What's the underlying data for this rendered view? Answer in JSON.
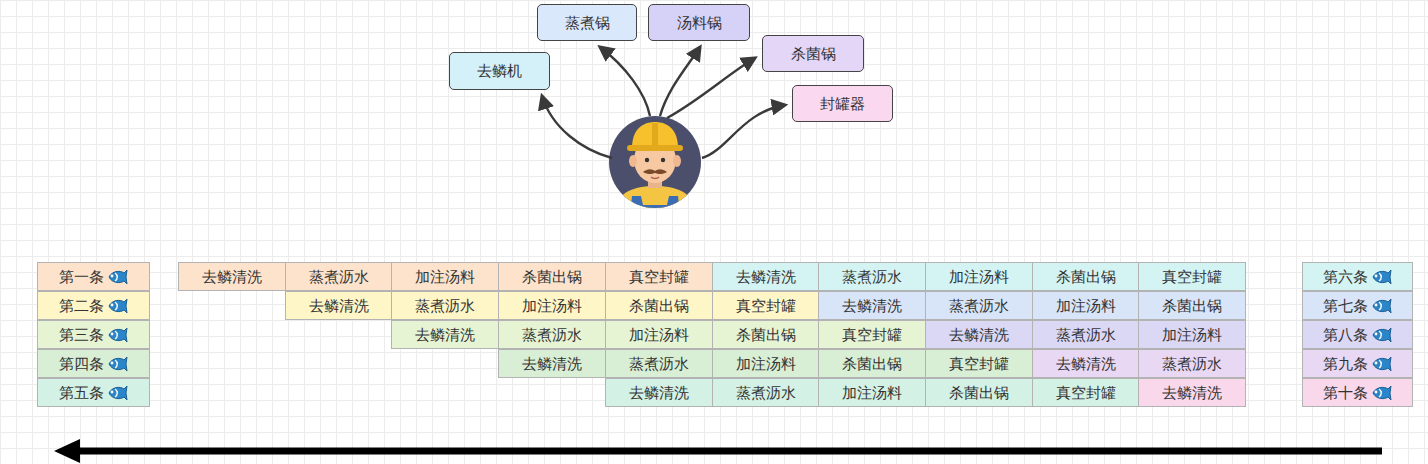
{
  "diagram": {
    "nodes": [
      {
        "text": [
          "去鳞机"
        ]
      },
      {
        "text": [
          "蒸煮锅"
        ]
      },
      {
        "text": [
          "汤料锅"
        ]
      },
      {
        "text": [
          "杀菌锅"
        ]
      },
      {
        "text": [
          "封罐器"
        ]
      },
      {
        "text": [
          "第一条"
        ]
      },
      {
        "text": [
          "去鳞清洗"
        ]
      },
      {
        "text": [
          "蒸煮沥水"
        ]
      },
      {
        "text": [
          "加注汤料"
        ]
      },
      {
        "text": [
          "杀菌出锅"
        ]
      },
      {
        "text": [
          "真空封罐"
        ]
      },
      {
        "text": [
          "去鳞清洗"
        ]
      },
      {
        "text": [
          "蒸煮沥水"
        ]
      },
      {
        "text": [
          "加注汤料"
        ]
      },
      {
        "text": [
          "杀菌出锅"
        ]
      },
      {
        "text": [
          "真空封罐"
        ]
      },
      {
        "text": [
          "第六条"
        ]
      },
      {
        "text": [
          "第二条"
        ]
      },
      {
        "text": [
          "去鳞清洗"
        ]
      },
      {
        "text": [
          "蒸煮沥水"
        ]
      },
      {
        "text": [
          "加注汤料"
        ]
      },
      {
        "text": [
          "杀菌出锅"
        ]
      },
      {
        "text": [
          "真空封罐"
        ]
      },
      {
        "text": [
          "去鳞清洗"
        ]
      },
      {
        "text": [
          "蒸煮沥水"
        ]
      },
      {
        "text": [
          "加注汤料"
        ]
      },
      {
        "text": [
          "杀菌出锅"
        ]
      },
      {
        "text": [
          "第七条"
        ]
      },
      {
        "text": [
          "第三条"
        ]
      },
      {
        "text": [
          "去鳞清洗"
        ]
      },
      {
        "text": [
          "蒸煮沥水"
        ]
      },
      {
        "text": [
          "加注汤料"
        ]
      },
      {
        "text": [
          "杀菌出锅"
        ]
      },
      {
        "text": [
          "真空封罐"
        ]
      },
      {
        "text": [
          "去鳞清洗"
        ]
      },
      {
        "text": [
          "蒸煮沥水"
        ]
      },
      {
        "text": [
          "加注汤料"
        ]
      },
      {
        "text": [
          "第八条"
        ]
      },
      {
        "text": [
          "第四条"
        ]
      },
      {
        "text": [
          "去鳞清洗"
        ]
      },
      {
        "text": [
          "蒸煮沥水"
        ]
      },
      {
        "text": [
          "加注汤料"
        ]
      },
      {
        "text": [
          "杀菌出锅"
        ]
      },
      {
        "text": [
          "真空封罐"
        ]
      },
      {
        "text": [
          "去鳞清洗"
        ]
      },
      {
        "text": [
          "蒸煮沥水"
        ]
      },
      {
        "text": [
          "第九条"
        ]
      },
      {
        "text": [
          "第五条"
        ]
      },
      {
        "text": [
          "去鳞清洗"
        ]
      },
      {
        "text": [
          "蒸煮沥水"
        ]
      },
      {
        "text": [
          "加注汤料"
        ]
      },
      {
        "text": [
          "杀菌出锅"
        ]
      },
      {
        "text": [
          "真空封罐"
        ]
      },
      {
        "text": [
          "去鳞清洗"
        ]
      },
      {
        "text": [
          "第十条"
        ]
      }
    ]
  }
}
